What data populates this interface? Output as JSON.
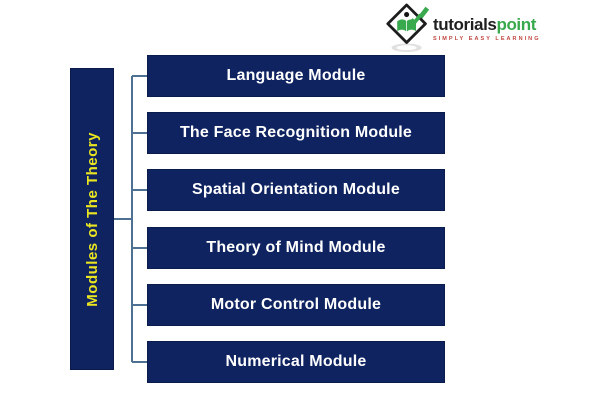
{
  "logo": {
    "brand_primary": "tutorials",
    "brand_accent": "point",
    "tagline": "SIMPLY EASY LEARNING"
  },
  "diagram": {
    "root_label": "Modules of The Theory",
    "modules": [
      {
        "label": "Language Module"
      },
      {
        "label": "The Face Recognition Module"
      },
      {
        "label": "Spatial Orientation Module"
      },
      {
        "label": "Theory of Mind Module"
      },
      {
        "label": "Motor Control Module"
      },
      {
        "label": "Numerical Module"
      }
    ]
  },
  "colors": {
    "navy": "#0F2360",
    "yellow": "#E9E520",
    "connector": "#4E7093",
    "box_text": "#FFFFFF",
    "logo_text": "#1F1F1F",
    "logo_green": "#39A94E",
    "tagline_red": "#C0463F",
    "background": "#FFFFFF"
  }
}
